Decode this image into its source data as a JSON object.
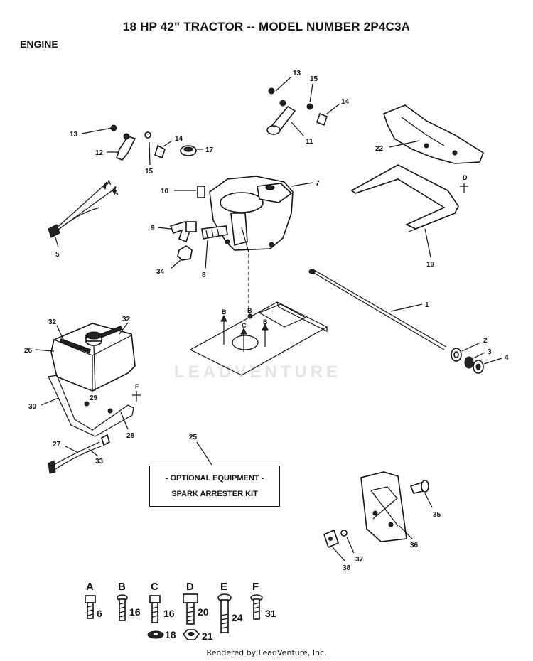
{
  "header": {
    "title": "18 HP 42\" TRACTOR -- MODEL NUMBER 2P4C3A",
    "section": "ENGINE"
  },
  "callouts": {
    "c1": "1",
    "c2": "2",
    "c3": "3",
    "c4": "4",
    "c5": "5",
    "c7": "7",
    "c8": "8",
    "c9": "9",
    "c10": "10",
    "c11": "11",
    "c12": "12",
    "c13a": "13",
    "c13b": "13",
    "c14a": "14",
    "c14b": "14",
    "c15a": "15",
    "c15b": "15",
    "c17": "17",
    "c19": "19",
    "c22": "22",
    "c25": "25",
    "c26": "26",
    "c27": "27",
    "c28": "28",
    "c29": "29",
    "c30": "30",
    "c32a": "32",
    "c32b": "32",
    "c33": "33",
    "c34": "34",
    "c35": "35",
    "c36": "36",
    "c37": "37",
    "c38": "38"
  },
  "letters": {
    "a1": "A",
    "a2": "A",
    "b1": "B",
    "b2": "B",
    "b3": "B",
    "c": "C",
    "d": "D",
    "f": "F"
  },
  "optional_kit": {
    "line1": "- OPTIONAL EQUIPMENT -",
    "line2": "SPARK ARRESTER KIT"
  },
  "hardware_key": [
    {
      "letter": "A",
      "part": "6"
    },
    {
      "letter": "B",
      "part": "16"
    },
    {
      "letter": "C",
      "part": "16",
      "washer": "18"
    },
    {
      "letter": "D",
      "part": "20",
      "nut": "21"
    },
    {
      "letter": "E",
      "part": "24"
    },
    {
      "letter": "F",
      "part": "31"
    }
  ],
  "watermark": "LEADVENTURE",
  "footer": "Rendered by LeadVenture, Inc."
}
